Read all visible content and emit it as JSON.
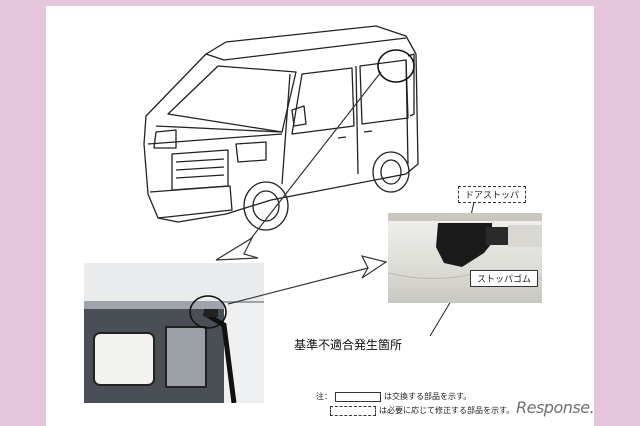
{
  "labels": {
    "door_stopper": "ドアストッパ",
    "stopper_rubber": "ストッパゴム",
    "defect_location": "基準不適合発生箇所"
  },
  "note": {
    "prefix": "注：",
    "replace_text": "は交換する部品を示す。",
    "repair_text": "は必要に応じて修正する部品を示す。"
  },
  "watermark": "Response.",
  "colors": {
    "background": "#e5c6dc",
    "sheet": "#ffffff",
    "line": "#222222"
  }
}
